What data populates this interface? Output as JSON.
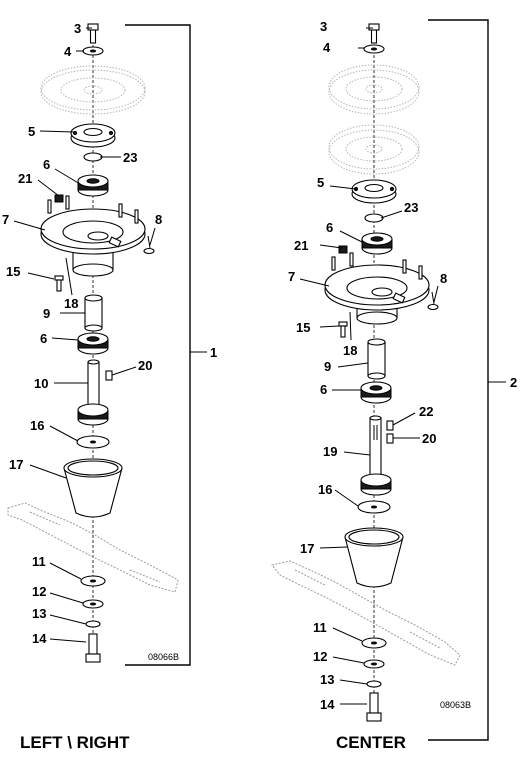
{
  "left": {
    "caption": "LEFT \\ RIGHT",
    "code": "08066B",
    "group": "1",
    "labels": {
      "p3": "3",
      "p4": "4",
      "p5": "5",
      "p23": "23",
      "p6a": "6",
      "p21": "21",
      "p7": "7",
      "p8": "8",
      "p15": "15",
      "p18": "18",
      "p9": "9",
      "p6b": "6",
      "p20": "20",
      "p10": "10",
      "p16": "16",
      "p17": "17",
      "p11": "11",
      "p12": "12",
      "p13": "13",
      "p14": "14"
    }
  },
  "center": {
    "caption": "CENTER",
    "code": "08063B",
    "group": "2",
    "labels": {
      "p3": "3",
      "p4": "4",
      "p5": "5",
      "p23": "23",
      "p6a": "6",
      "p21": "21",
      "p7": "7",
      "p8": "8",
      "p15": "15",
      "p18": "18",
      "p9": "9",
      "p6b": "6",
      "p22": "22",
      "p20": "20",
      "p19": "19",
      "p16": "16",
      "p17": "17",
      "p11": "11",
      "p12": "12",
      "p13": "13",
      "p14": "14"
    }
  }
}
